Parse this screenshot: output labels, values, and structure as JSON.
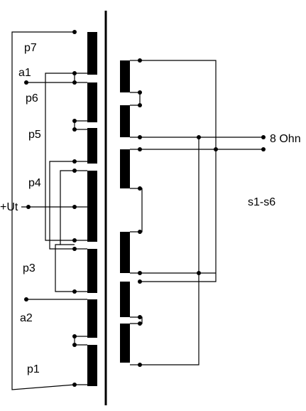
{
  "primary": {
    "p7": "p7",
    "a1": "a1",
    "p6": "p6",
    "p5": "p5",
    "p4": "p4",
    "ut": "+Ut",
    "p3": "p3",
    "a2": "a2",
    "p1": "p1"
  },
  "secondary": {
    "output": "8 Ohn",
    "windings": "s1-s6"
  }
}
